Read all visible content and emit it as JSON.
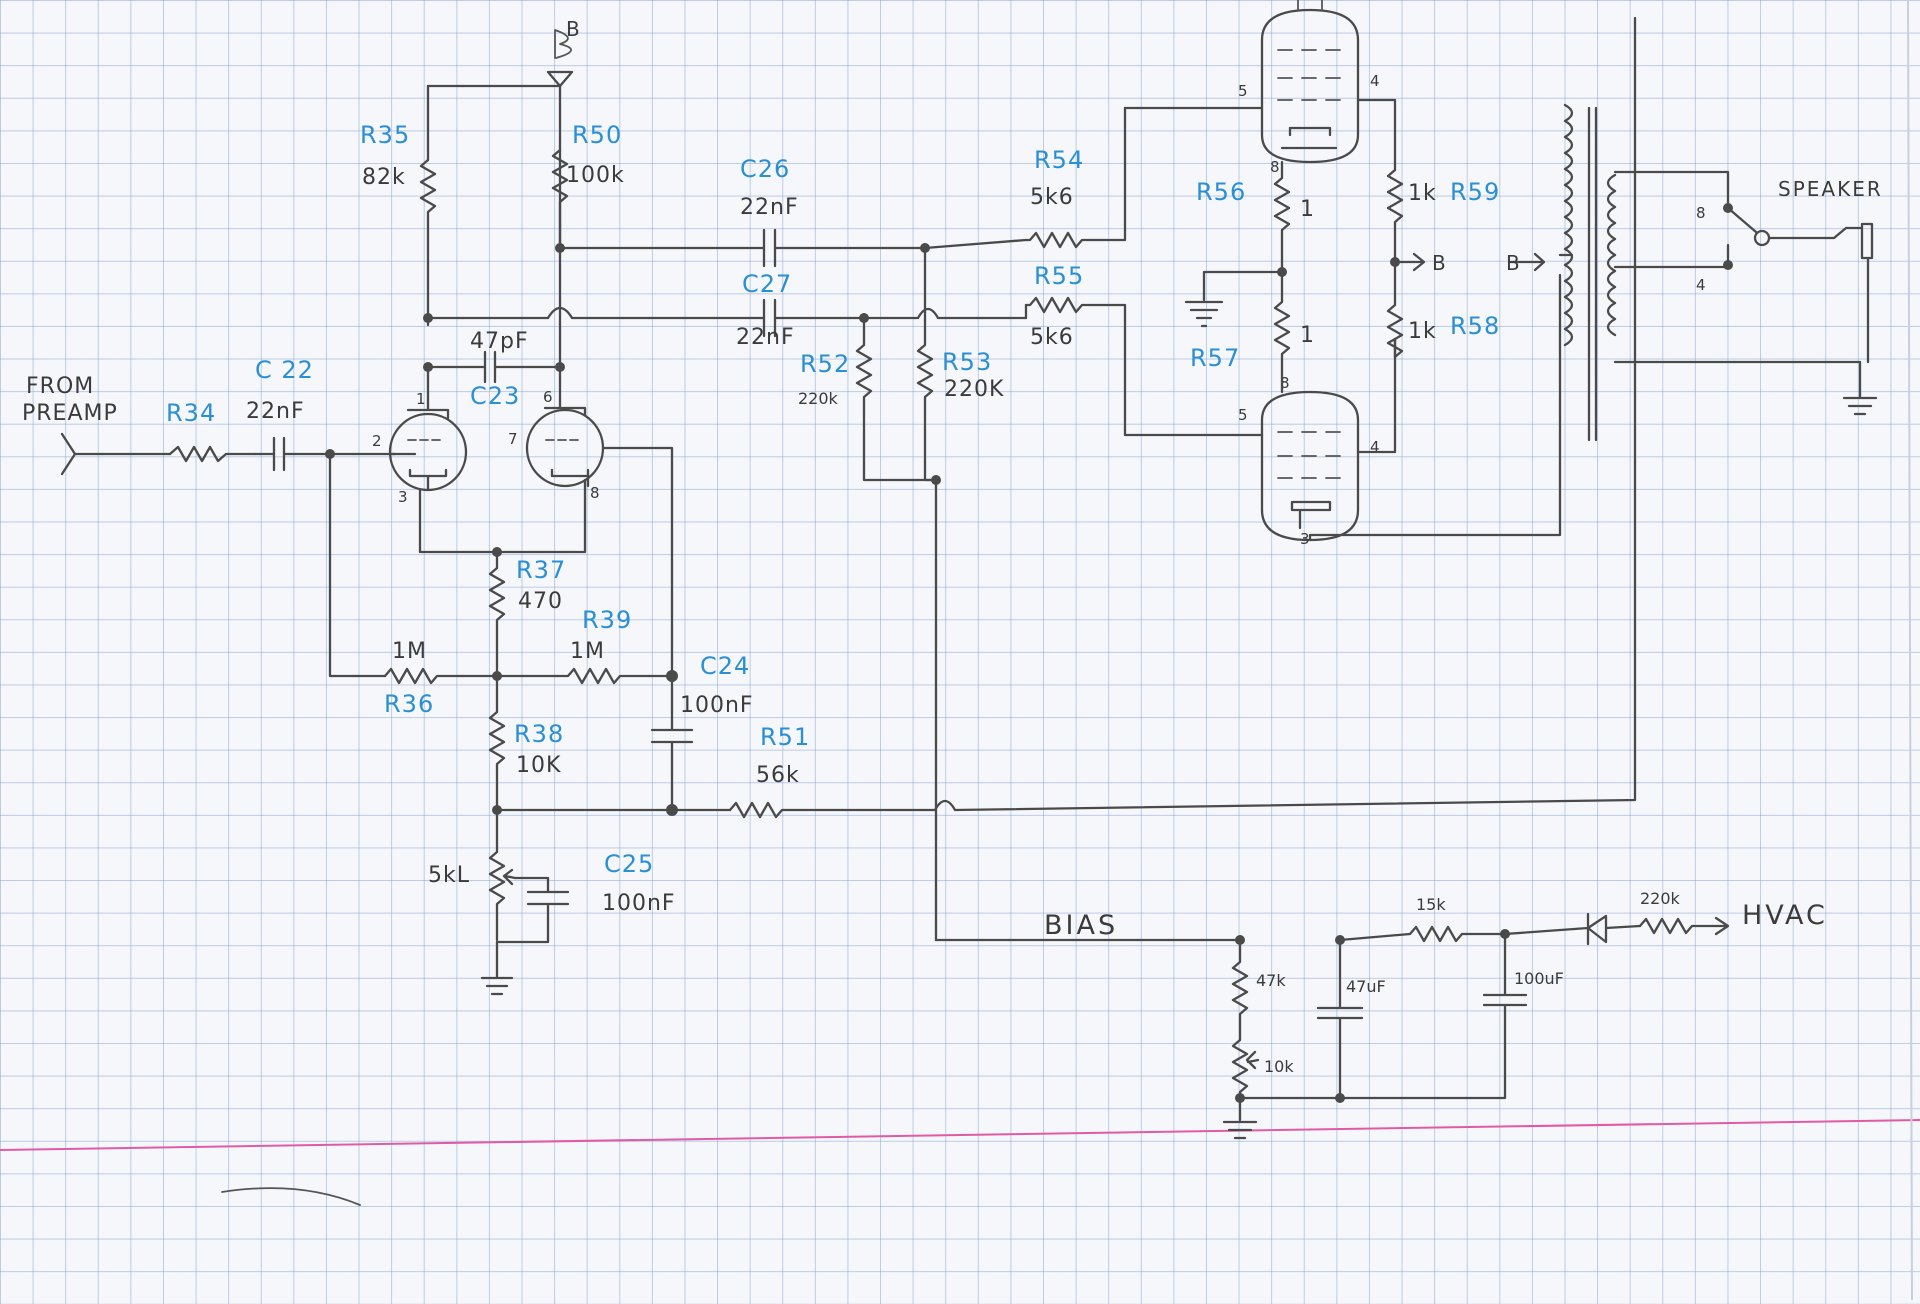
{
  "notes": {
    "from_preamp": [
      "FROM",
      "PREAMP"
    ],
    "speaker": "SPEAKER",
    "bias": "BIAS",
    "hvac": "HVAC",
    "supply_b": "B"
  },
  "components": {
    "C22": {
      "ref": "C 22",
      "value": "22nF"
    },
    "R34": {
      "ref": "R34"
    },
    "R35": {
      "ref": "R35",
      "value": "82k"
    },
    "R50": {
      "ref": "R50",
      "value": "100k"
    },
    "C23": {
      "ref": "C23",
      "value": "47pF"
    },
    "C26": {
      "ref": "C26",
      "value": "22nF"
    },
    "C27": {
      "ref": "C27",
      "value": "22nF"
    },
    "R54": {
      "ref": "R54",
      "value": "5k6"
    },
    "R55": {
      "ref": "R55",
      "value": "5k6"
    },
    "R52": {
      "ref": "R52",
      "value": "220k"
    },
    "R53": {
      "ref": "R53",
      "value": "220K"
    },
    "R56": {
      "ref": "R56",
      "value": "1"
    },
    "R57": {
      "ref": "R57",
      "value": "1"
    },
    "R59": {
      "ref": "R59",
      "value": "1k"
    },
    "R58": {
      "ref": "R58",
      "value": "1k"
    },
    "R37": {
      "ref": "R37",
      "value": "470"
    },
    "R36": {
      "ref": "R36",
      "value": "1M"
    },
    "R39": {
      "ref": "R39",
      "value": "1M"
    },
    "C24": {
      "ref": "C24",
      "value": "100nF"
    },
    "R38": {
      "ref": "R38",
      "value": "10K"
    },
    "R51": {
      "ref": "R51",
      "value": "56k"
    },
    "pot1": {
      "value": "5kL"
    },
    "C25": {
      "ref": "C25",
      "value": "100nF"
    },
    "bias_r1": {
      "value": "47k"
    },
    "bias_pot": {
      "value": "10k"
    },
    "bias_c1": {
      "value": "47uF"
    },
    "bias_r2": {
      "value": "15k"
    },
    "bias_c2": {
      "value": "100uF"
    },
    "bias_r3": {
      "value": "220k"
    }
  },
  "pins": {
    "v1a": [
      "1",
      "2",
      "3"
    ],
    "v1b": [
      "6",
      "7",
      "8"
    ],
    "out_top": [
      "5",
      "4",
      "8"
    ],
    "out_bot": [
      "5",
      "4",
      "8",
      "3"
    ],
    "transformer_taps": [
      "8",
      "4"
    ],
    "transformer_b": "B"
  }
}
